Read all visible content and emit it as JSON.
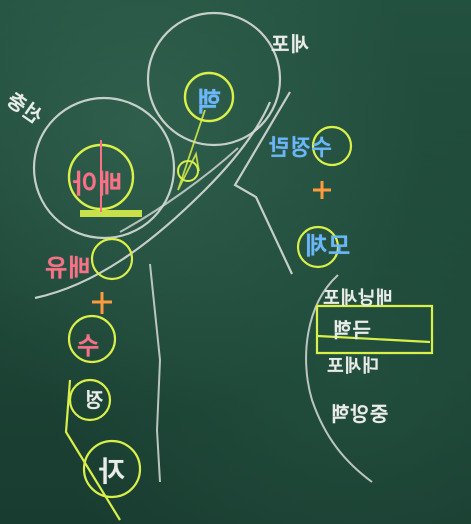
{
  "colors": {
    "board": "#1f4a3a",
    "chalk_white": "#e9ece7",
    "chalk_yellow_green": "#d9f04a",
    "chalk_pink": "#ff6f86",
    "chalk_blue": "#69b7ff",
    "chalk_orange": "#ff9b3d"
  },
  "labels": {
    "top_right_word": "세포",
    "top_left_word": "선충",
    "upper_circle_word": "핵",
    "blue_top": "수정란",
    "blue_plus": "+",
    "blue_mid": "모체",
    "left_pink_top": "배아",
    "left_pink_mid": "배유",
    "left_plus": "+",
    "left_low_1": "수",
    "left_low_2": "정",
    "left_low_3": "자",
    "right_list_1": "배낭세포",
    "right_list_2": "극핵",
    "right_list_3": "대세포",
    "right_list_4": "중앙핵"
  }
}
